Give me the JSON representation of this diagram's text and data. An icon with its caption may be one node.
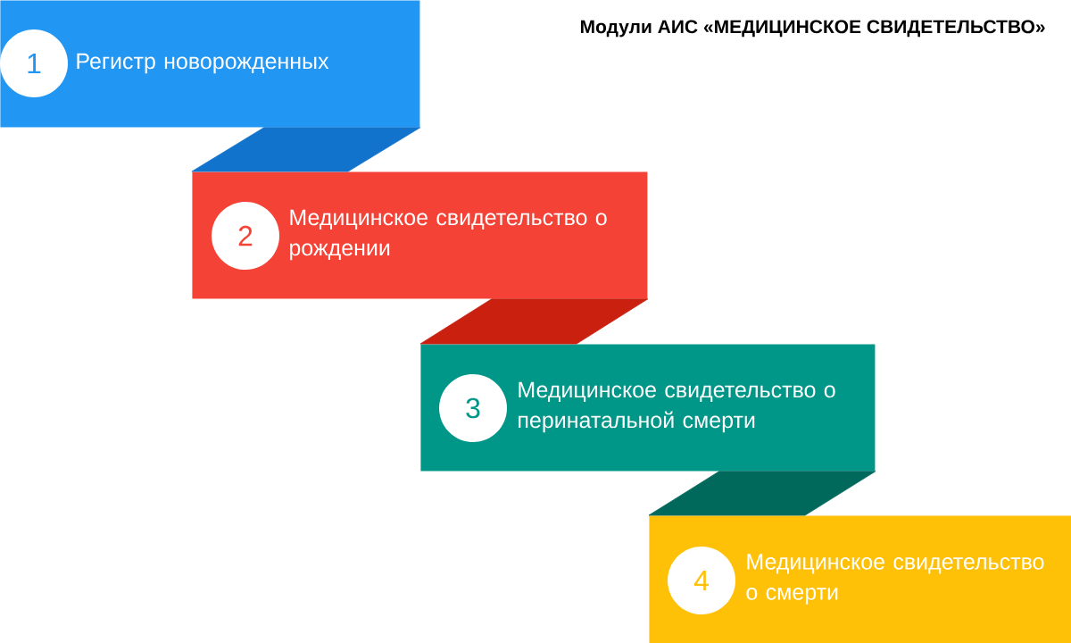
{
  "diagram": {
    "title": "Модули АИС «МЕДИЦИНСКОЕ СВИДЕТЕЛЬСТВО»",
    "nodes": [
      {
        "text": [
          "Регистр новорожденных"
        ]
      },
      {
        "text": [
          "1"
        ],
        "in": 0
      },
      {
        "text": [
          "Медицинское свидетельство о рождении"
        ]
      },
      {
        "text": [
          "2"
        ],
        "in": 2
      },
      {
        "text": [
          "Медицинское свидетельство о перинатальной смерти"
        ]
      },
      {
        "text": [
          "3"
        ],
        "in": 4
      },
      {
        "text": [
          "Медицинское свидетельство о смерти"
        ]
      },
      {
        "text": [
          "4"
        ],
        "in": 6
      }
    ],
    "edges": [
      {
        "from": 0,
        "to": 2,
        "arrow": "none",
        "color": "#1273cc"
      },
      {
        "from": 2,
        "to": 4,
        "arrow": "none",
        "color": "#c9200f"
      },
      {
        "from": 4,
        "to": 6,
        "arrow": "none",
        "color": "#00695c"
      }
    ]
  }
}
